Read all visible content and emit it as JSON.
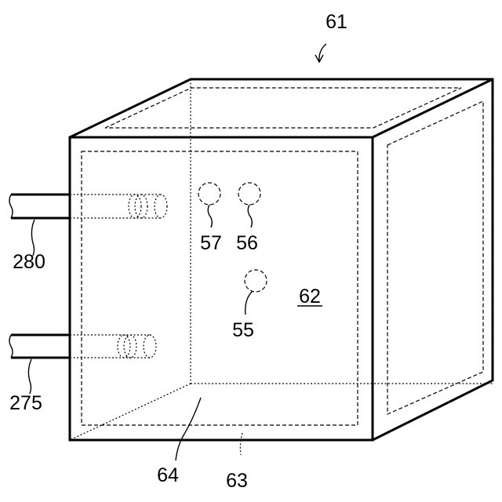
{
  "labels": {
    "device": "61",
    "top_cable": "280",
    "bottom_cable": "275",
    "front_face": "62",
    "hole_left": "57",
    "hole_right": "56",
    "hole_lower": "55",
    "bottom_inner": "64",
    "bottom_face": "63"
  }
}
